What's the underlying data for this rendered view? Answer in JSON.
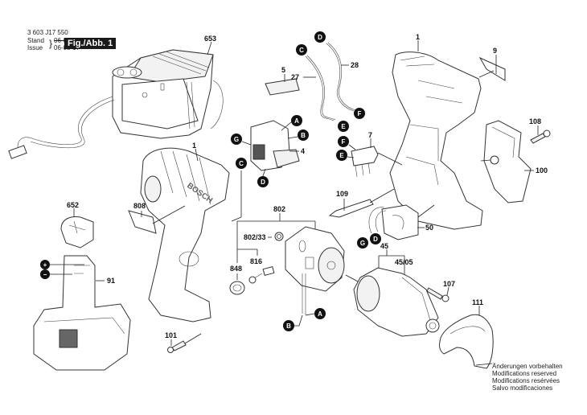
{
  "header": {
    "doc_number": "3 603 J17 550",
    "stand_label": "Stand",
    "issue_label": "Issue",
    "old_date_struck": "06-08-16",
    "issue_date": "06-08-17",
    "figure_label": "Fig./Abb. 1"
  },
  "notes": [
    "Änderungen vorbehalten",
    "Modifications reserved",
    "Modifications resérvées",
    "Salvo modificaciones"
  ],
  "part_labels": {
    "p653": "653",
    "p1a": "1",
    "p1b": "1",
    "p5": "5",
    "p4": "4",
    "p27": "27",
    "p28": "28",
    "p9": "9",
    "p7": "7",
    "p108": "108",
    "p100": "100",
    "p109": "109",
    "p50": "50",
    "p652": "652",
    "p808": "808",
    "p802": "802",
    "p802_33": "802/33",
    "p848": "848",
    "p816": "816",
    "p45": "45",
    "p45_05": "45/05",
    "p107": "107",
    "p91": "91",
    "p101": "101",
    "p111": "111"
  },
  "connectors": {
    "A": "A",
    "B": "B",
    "C": "C",
    "D": "D",
    "E": "E",
    "F": "F",
    "G": "G",
    "plus": "+",
    "minus": "−"
  }
}
